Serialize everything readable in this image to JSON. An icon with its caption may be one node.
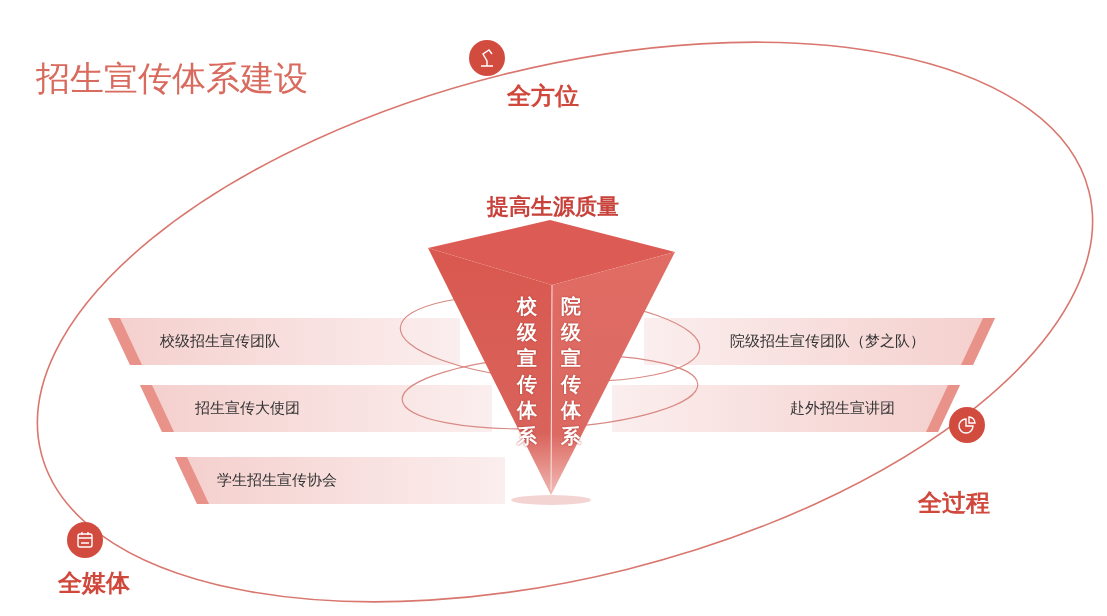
{
  "diagram": {
    "title": "招生宣传体系建设",
    "nodes": [
      {
        "text": [
          "提高生源质量"
        ]
      },
      {
        "text": [
          "校级宣传体系"
        ],
        "in": 0
      },
      {
        "text": [
          "院级宣传体系"
        ],
        "in": 0
      },
      {
        "text": [
          "校级招生宣传团队"
        ]
      },
      {
        "text": [
          "招生宣传大使团"
        ]
      },
      {
        "text": [
          "学生招生宣传协会"
        ]
      },
      {
        "text": [
          "院级招生宣传团队（梦之队）"
        ]
      },
      {
        "text": [
          "赴外招生宣讲团"
        ]
      }
    ],
    "labels": [
      "全方位",
      "全过程",
      "全媒体"
    ]
  }
}
